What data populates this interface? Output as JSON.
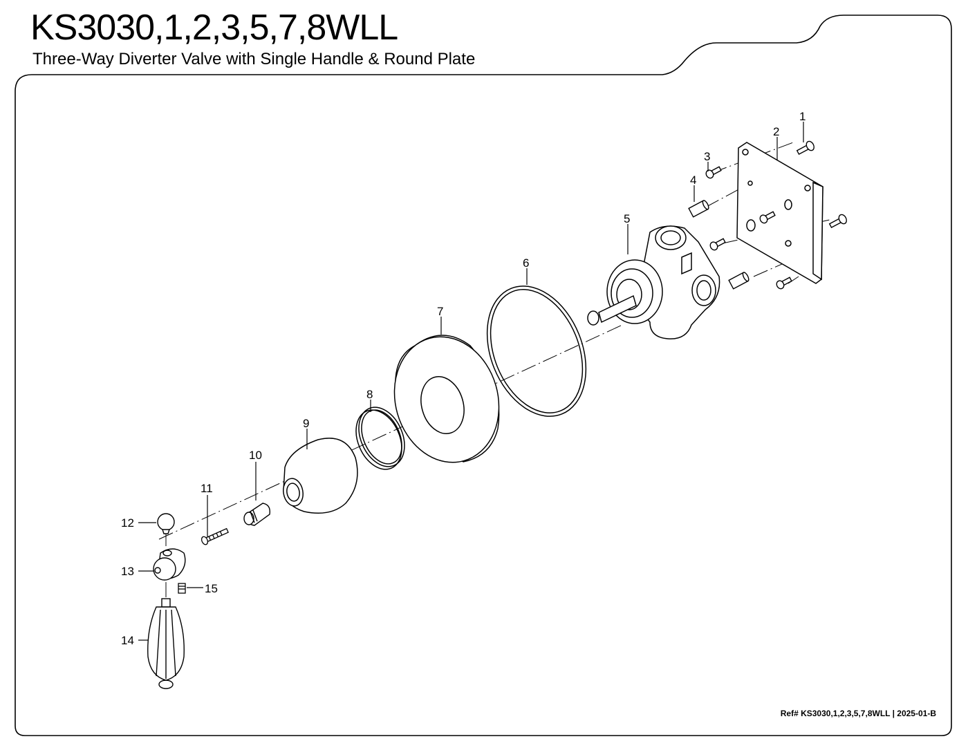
{
  "header": {
    "model": "KS3030,1,2,3,5,7,8WLL",
    "description": "Three-Way Diverter Valve with Single Handle & Round Plate"
  },
  "footer": {
    "reference": "Ref# KS3030,1,2,3,5,7,8WLL | 2025-01-B"
  },
  "callouts": [
    "1",
    "2",
    "3",
    "4",
    "5",
    "6",
    "7",
    "8",
    "9",
    "10",
    "11",
    "12",
    "13",
    "14",
    "15"
  ],
  "colors": {
    "line": "#000000",
    "background": "#ffffff"
  }
}
